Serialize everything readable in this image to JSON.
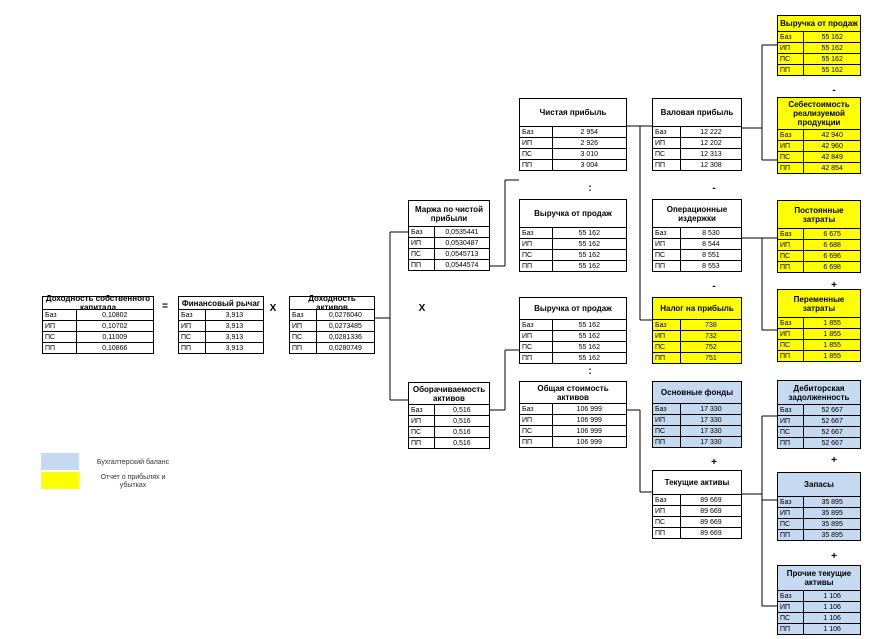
{
  "colors": {
    "yellow": "#ffff00",
    "blue": "#c5d9f1"
  },
  "nodes": [
    {
      "id": "roe",
      "title": "Доходность собственного капитала",
      "style": "plain",
      "rows": [
        [
          "Баз",
          "0,10802"
        ],
        [
          "ИП",
          "0,10702"
        ],
        [
          "ПС",
          "0,11009"
        ],
        [
          "ПП",
          "0,10866"
        ]
      ]
    },
    {
      "id": "leverage",
      "title": "Финансовый рычаг",
      "style": "plain",
      "rows": [
        [
          "Баз",
          "3,913"
        ],
        [
          "ИП",
          "3,913"
        ],
        [
          "ПС",
          "3,913"
        ],
        [
          "ПП",
          "3,913"
        ]
      ]
    },
    {
      "id": "roa",
      "title": "Доходность активов",
      "style": "plain",
      "rows": [
        [
          "Баз",
          "0,0276040"
        ],
        [
          "ИП",
          "0,0273485"
        ],
        [
          "ПС",
          "0,0281336"
        ],
        [
          "ПП",
          "0,0280749"
        ]
      ]
    },
    {
      "id": "margin",
      "title": "Маржа по чистой прибыли",
      "style": "plain",
      "rows": [
        [
          "Баз",
          "0,0535441"
        ],
        [
          "ИП",
          "0,0530487"
        ],
        [
          "ПС",
          "0,0545713"
        ],
        [
          "ПП",
          "0,0544574"
        ]
      ]
    },
    {
      "id": "turnover",
      "title": "Оборачиваемость активов",
      "style": "plain",
      "rows": [
        [
          "Баз",
          "0,516"
        ],
        [
          "ИП",
          "0,516"
        ],
        [
          "ПС",
          "0,516"
        ],
        [
          "ПП",
          "0,516"
        ]
      ]
    },
    {
      "id": "net_profit",
      "title": "Чистая прибыль",
      "style": "plain",
      "rows": [
        [
          "Баз",
          "2 954"
        ],
        [
          "ИП",
          "2 926"
        ],
        [
          "ПС",
          "3 010"
        ],
        [
          "ПП",
          "3 004"
        ]
      ]
    },
    {
      "id": "revenue1",
      "title": "Выручка от продаж",
      "style": "plain",
      "rows": [
        [
          "Баз",
          "55 162"
        ],
        [
          "ИП",
          "55 162"
        ],
        [
          "ПС",
          "55 162"
        ],
        [
          "ПП",
          "55 162"
        ]
      ]
    },
    {
      "id": "revenue2",
      "title": "Выручка от продаж",
      "style": "plain",
      "rows": [
        [
          "Баз",
          "55 162"
        ],
        [
          "ИП",
          "55 162"
        ],
        [
          "ПС",
          "55 162"
        ],
        [
          "ПП",
          "55 162"
        ]
      ]
    },
    {
      "id": "total_assets",
      "title": "Общая стоимость активов",
      "style": "plain",
      "rows": [
        [
          "Баз",
          "106 999"
        ],
        [
          "ИП",
          "106 999"
        ],
        [
          "ПС",
          "106 999"
        ],
        [
          "ПП",
          "106 999"
        ]
      ]
    },
    {
      "id": "gross_profit",
      "title": "Валовая прибыль",
      "style": "plain",
      "rows": [
        [
          "Баз",
          "12 222"
        ],
        [
          "ИП",
          "12 202"
        ],
        [
          "ПС",
          "12 313"
        ],
        [
          "ПП",
          "12 308"
        ]
      ]
    },
    {
      "id": "opex",
      "title": "Операционные издержки",
      "style": "plain",
      "rows": [
        [
          "Баз",
          "8 530"
        ],
        [
          "ИП",
          "8 544"
        ],
        [
          "ПС",
          "8 551"
        ],
        [
          "ПП",
          "8 553"
        ]
      ]
    },
    {
      "id": "tax",
      "title": "Налог на прибыль",
      "style": "yellow",
      "rows": [
        [
          "Баз",
          "738"
        ],
        [
          "ИП",
          "732"
        ],
        [
          "ПС",
          "752"
        ],
        [
          "ПП",
          "751"
        ]
      ]
    },
    {
      "id": "fixed_assets",
      "title": "Основные фонды",
      "style": "blue",
      "rows": [
        [
          "Баз",
          "17 330"
        ],
        [
          "ИП",
          "17 330"
        ],
        [
          "ПС",
          "17 330"
        ],
        [
          "ПП",
          "17 330"
        ]
      ]
    },
    {
      "id": "current_assets",
      "title": "Текущие активы",
      "style": "plain",
      "rows": [
        [
          "Баз",
          "89 669"
        ],
        [
          "ИП",
          "89 669"
        ],
        [
          "ПС",
          "89 669"
        ],
        [
          "ПП",
          "89 669"
        ]
      ]
    },
    {
      "id": "rev_top",
      "title": "Выручка от продаж",
      "style": "yellow",
      "rows": [
        [
          "Баз",
          "55 162"
        ],
        [
          "ИП",
          "55 162"
        ],
        [
          "ПС",
          "55 162"
        ],
        [
          "ПП",
          "55 162"
        ]
      ]
    },
    {
      "id": "cogs",
      "title": "Себестоимость реализуемой продукции",
      "style": "yellow",
      "rows": [
        [
          "Баз",
          "42 940"
        ],
        [
          "ИП",
          "42 960"
        ],
        [
          "ПС",
          "42 849"
        ],
        [
          "ПП",
          "42 854"
        ]
      ]
    },
    {
      "id": "fixed_costs",
      "title": "Постоянные затраты",
      "style": "yellow",
      "rows": [
        [
          "Баз",
          "6 675"
        ],
        [
          "ИП",
          "6 688"
        ],
        [
          "ПС",
          "6 696"
        ],
        [
          "ПП",
          "6 698"
        ]
      ]
    },
    {
      "id": "var_costs",
      "title": "Переменные затраты",
      "style": "yellow",
      "rows": [
        [
          "Баз",
          "1 855"
        ],
        [
          "ИП",
          "1 855"
        ],
        [
          "ПС",
          "1 855"
        ],
        [
          "ПП",
          "1 855"
        ]
      ]
    },
    {
      "id": "receivables",
      "title": "Дебиторская задолженность",
      "style": "blue",
      "rows": [
        [
          "Баз",
          "52 667"
        ],
        [
          "ИП",
          "52 667"
        ],
        [
          "ПС",
          "52 667"
        ],
        [
          "ПП",
          "52 667"
        ]
      ]
    },
    {
      "id": "inventory",
      "title": "Запасы",
      "style": "blue",
      "rows": [
        [
          "Баз",
          "35 895"
        ],
        [
          "ИП",
          "35 895"
        ],
        [
          "ПС",
          "35 895"
        ],
        [
          "ПП",
          "35 895"
        ]
      ]
    },
    {
      "id": "other_ca",
      "title": "Прочие текущие активы",
      "style": "blue",
      "rows": [
        [
          "Баз",
          "1 106"
        ],
        [
          "ИП",
          "1 106"
        ],
        [
          "ПС",
          "1 106"
        ],
        [
          "ПП",
          "1 106"
        ]
      ]
    }
  ],
  "operators": {
    "eq": "=",
    "x1": "X",
    "x2": "X",
    "div1": ":",
    "div2": ":",
    "minus1": "-",
    "minus2": "-",
    "minus3": "-",
    "plus1": "+",
    "plus2": "+",
    "plus3": "+",
    "plus4": "+"
  },
  "legend": {
    "balance": "Бухгалтерский баланс",
    "pnl": "Отчет о прибылях и убытках"
  }
}
